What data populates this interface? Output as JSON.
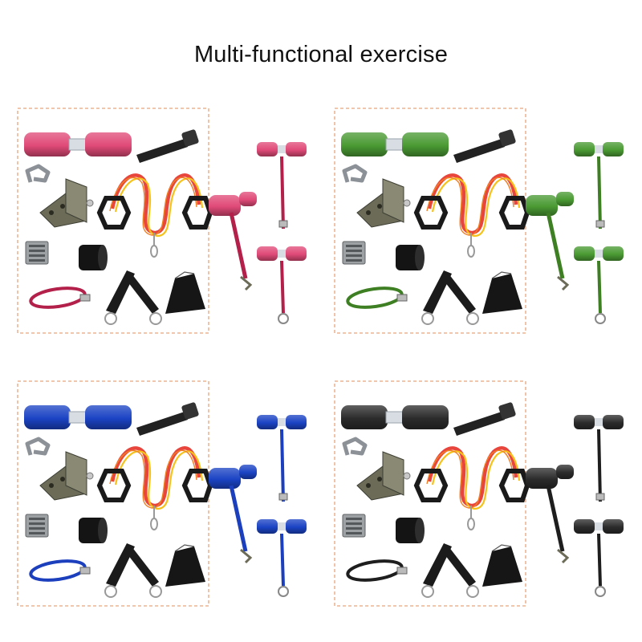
{
  "title": "Multi-functional exercise",
  "frame_color": "#e6a47c",
  "tube_colors": {
    "outer": "#e8453c",
    "inner": "#f5c21b",
    "core": "#f07f24"
  },
  "kits": [
    {
      "id": "pink",
      "primary": "#e04a78",
      "strap": "#b3204a"
    },
    {
      "id": "green",
      "primary": "#4a9a33",
      "strap": "#3d7f22"
    },
    {
      "id": "blue",
      "primary": "#1b43c4",
      "strap": "#1c3fbd"
    },
    {
      "id": "black",
      "primary": "#2b2b2b",
      "strap": "#1e1e1e"
    }
  ],
  "items": [
    "foam-roller",
    "door-anchor",
    "metal-hook",
    "floor-mount-bracket",
    "resistance-band",
    "buckle-plate",
    "foam-sleeve",
    "carry-strap",
    "ankle-straps",
    "drawstring-bag",
    "sit-up-bar"
  ]
}
